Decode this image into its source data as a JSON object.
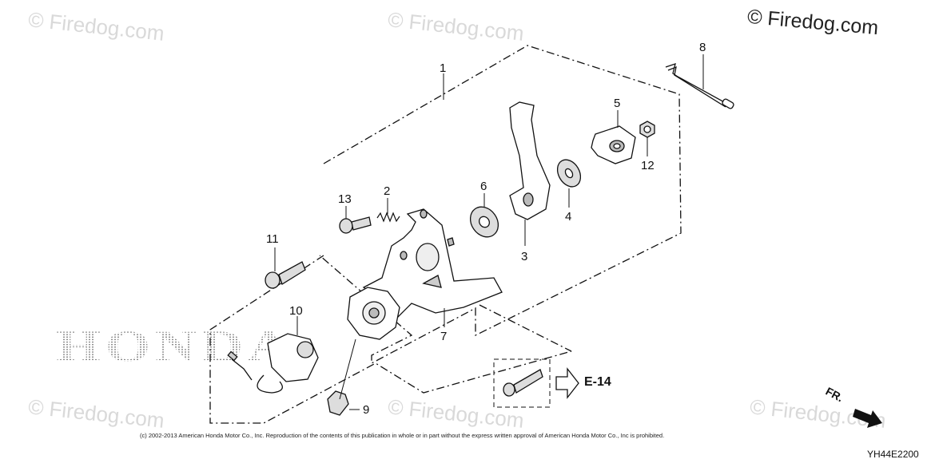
{
  "watermark": {
    "main": "© Firedog.com",
    "faint": "© Firedog.com"
  },
  "brand_text": "HONDA",
  "callouts": [
    "1",
    "2",
    "3",
    "4",
    "5",
    "6",
    "7",
    "8",
    "9",
    "10",
    "11",
    "12",
    "13"
  ],
  "reference": "E-14",
  "direction_label": "FR.",
  "copyright": "(c) 2002-2013 American Honda Motor Co., Inc. Reproduction of the contents of this publication in whole or in part without the express written approval of American Honda Motor Co., Inc is prohibited.",
  "diagram_code": "YH44E2200"
}
